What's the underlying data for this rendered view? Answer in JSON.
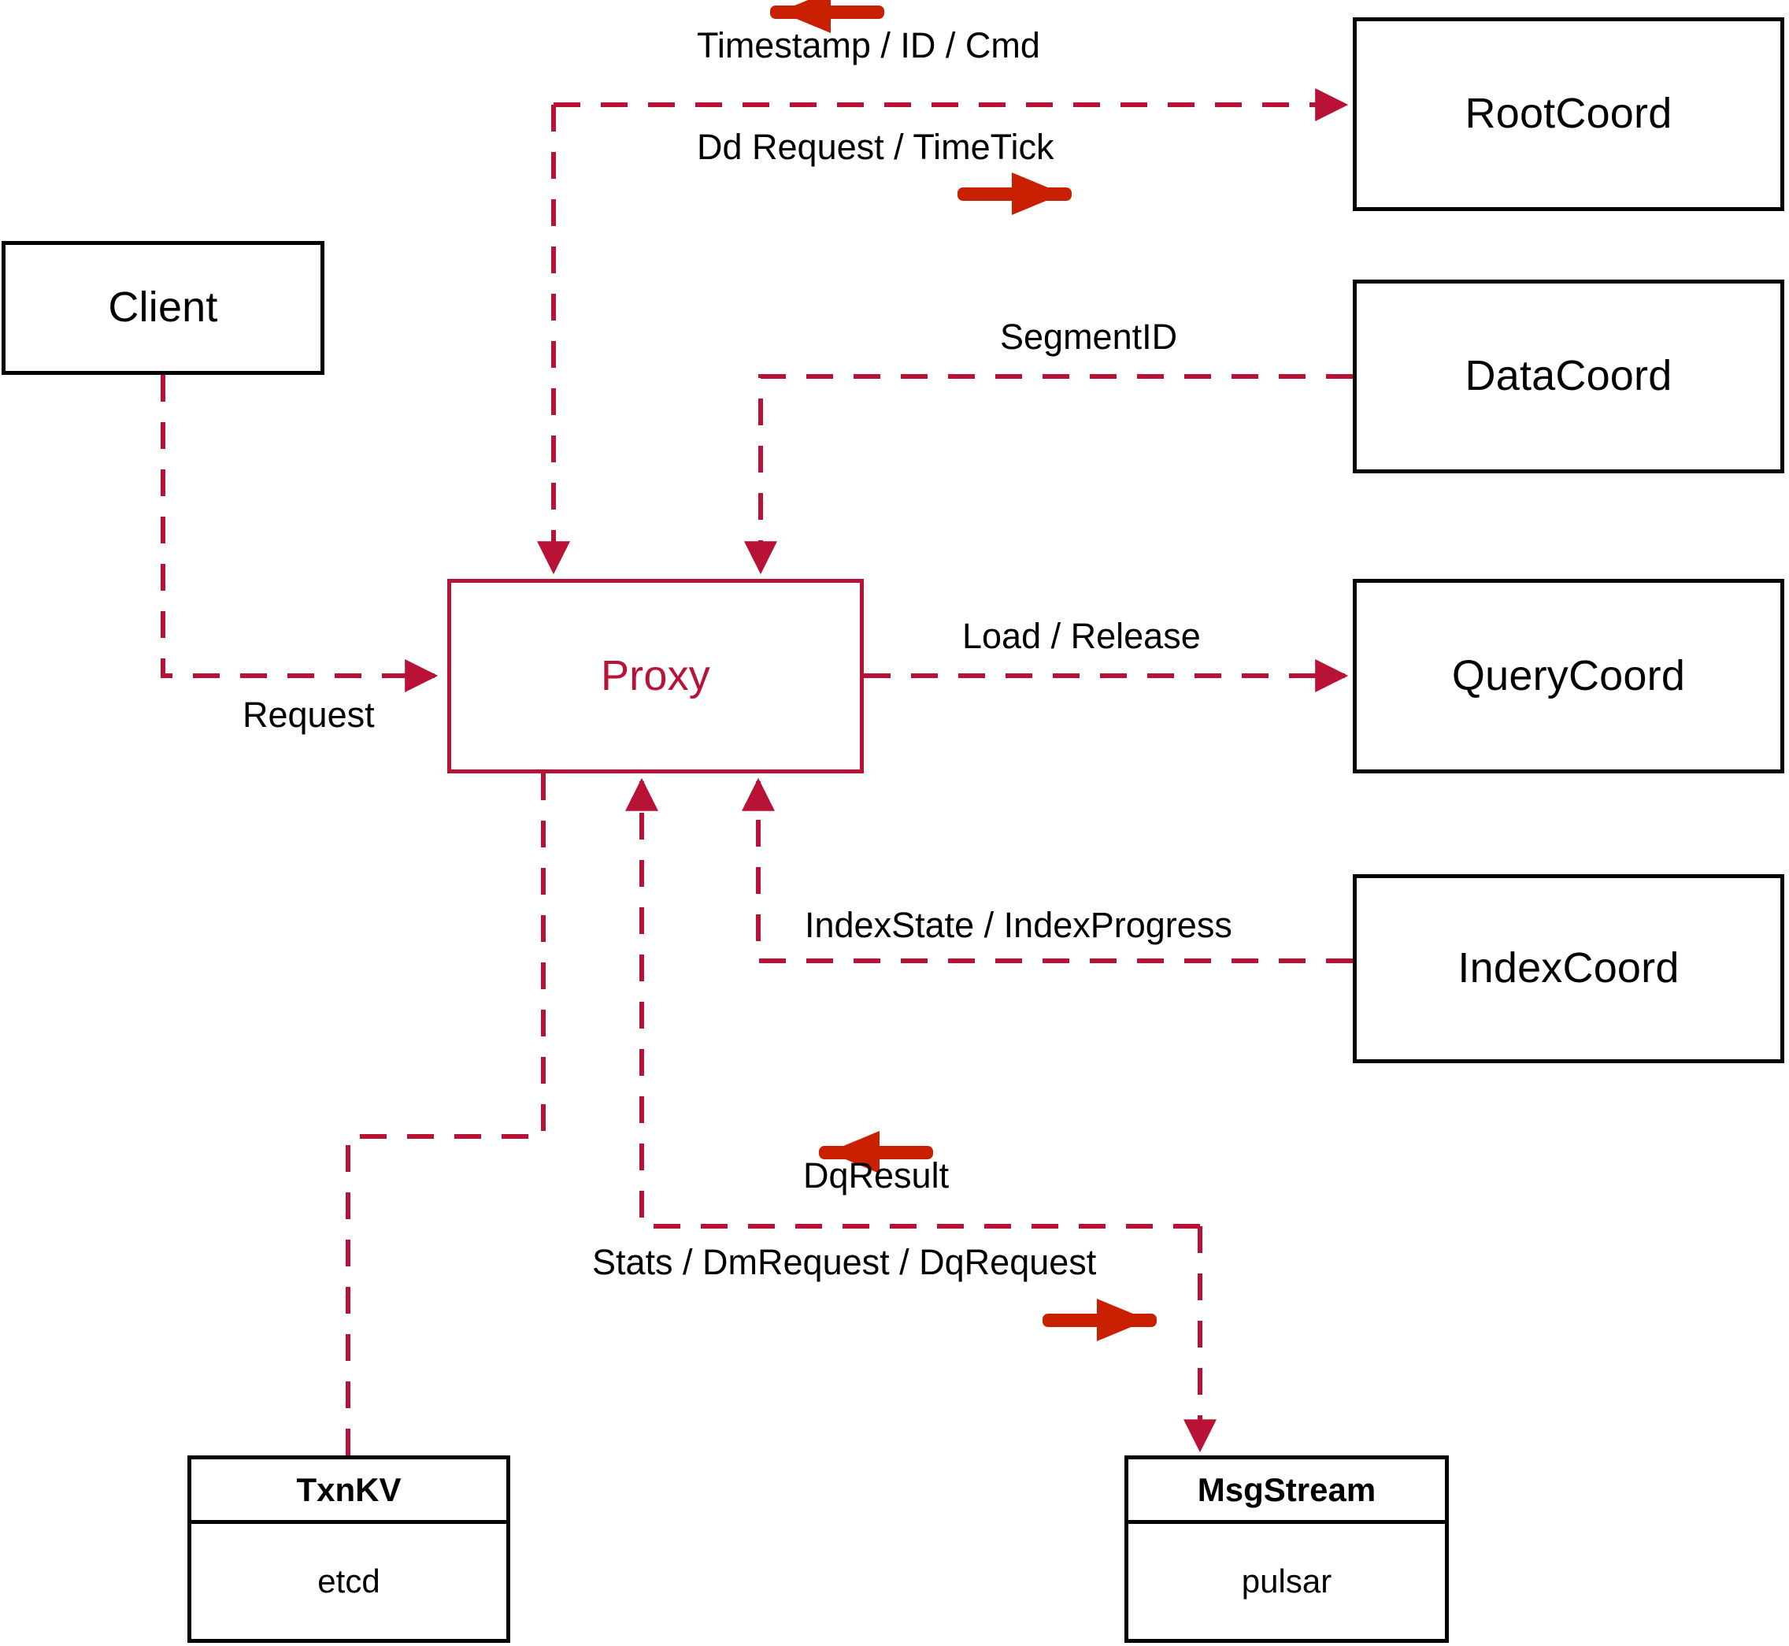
{
  "diagram": {
    "title": "Milvus Proxy interaction diagram",
    "colors": {
      "connector": "#B81237",
      "direction_arrow": "#C82000",
      "node_border": "#000000",
      "proxy_border": "#B81237",
      "background": "#ffffff",
      "text": "#000000"
    }
  },
  "nodes": {
    "client": {
      "label": "Client"
    },
    "proxy": {
      "label": "Proxy"
    },
    "root_coord": {
      "label": "RootCoord"
    },
    "data_coord": {
      "label": "DataCoord"
    },
    "query_coord": {
      "label": "QueryCoord"
    },
    "index_coord": {
      "label": "IndexCoord"
    }
  },
  "stores": {
    "txnkv": {
      "title": "TxnKV",
      "impl": "etcd"
    },
    "msgstream": {
      "title": "MsgStream",
      "impl": "pulsar"
    }
  },
  "edges": [
    {
      "id": "client-to-proxy",
      "label": "Request",
      "from": "Client",
      "to": "Proxy",
      "style": "dashed",
      "arrow": "to-proxy"
    },
    {
      "id": "rootcoord-return",
      "label": "Timestamp / ID / Cmd",
      "from": "RootCoord",
      "to": "Proxy",
      "style": "dashed",
      "arrow": "to-proxy",
      "direction_arrow": "left"
    },
    {
      "id": "proxy-to-rootcoord",
      "label": "Dd Request / TimeTick",
      "from": "Proxy",
      "to": "RootCoord",
      "style": "dashed",
      "arrow": "to-rootcoord",
      "direction_arrow": "right"
    },
    {
      "id": "datacoord-to-proxy",
      "label": "SegmentID",
      "from": "DataCoord",
      "to": "Proxy",
      "style": "dashed",
      "arrow": "to-proxy"
    },
    {
      "id": "proxy-to-querycoord",
      "label": "Load / Release",
      "from": "Proxy",
      "to": "QueryCoord",
      "style": "dashed",
      "arrow": "to-querycoord"
    },
    {
      "id": "indexcoord-to-proxy",
      "label": "IndexState / IndexProgress",
      "from": "IndexCoord",
      "to": "Proxy",
      "style": "dashed",
      "arrow": "to-proxy"
    },
    {
      "id": "msgstream-to-proxy",
      "label": "DqResult",
      "from": "MsgStream",
      "to": "Proxy",
      "style": "dashed",
      "arrow": "to-proxy",
      "direction_arrow": "left"
    },
    {
      "id": "proxy-to-msgstream",
      "label": "Stats / DmRequest / DqRequest",
      "from": "Proxy",
      "to": "MsgStream",
      "style": "dashed",
      "arrow": "to-msgstream",
      "direction_arrow": "right"
    },
    {
      "id": "proxy-to-txnkv",
      "label": "",
      "from": "Proxy",
      "to": "TxnKV",
      "style": "dashed",
      "arrow": "none"
    }
  ]
}
